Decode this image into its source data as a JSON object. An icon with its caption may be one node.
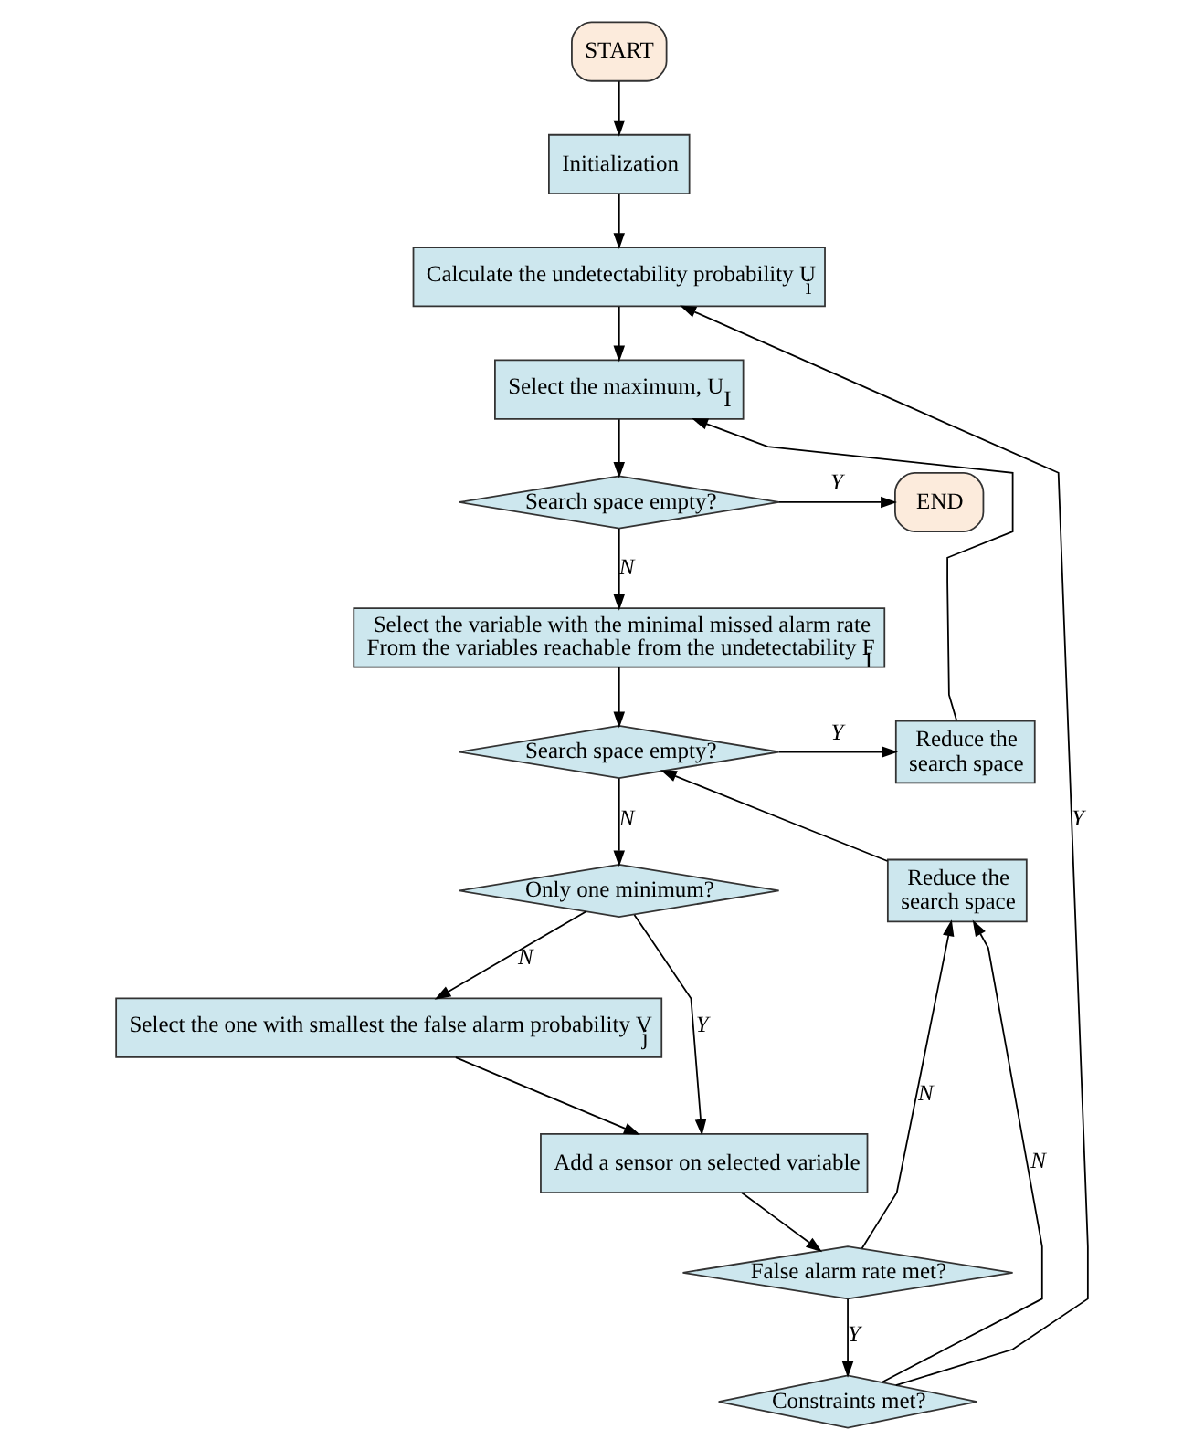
{
  "diagram": {
    "nodes": [
      {
        "text": [
          "START"
        ]
      },
      {
        "text": [
          "Initialization"
        ]
      },
      {
        "text": [
          "Calculate the undetectability probability U$_{i}$"
        ]
      },
      {
        "text": [
          "Select the maximum, U$_{I}$"
        ]
      },
      {
        "text": [
          "Search space empty?"
        ]
      },
      {
        "text": [
          "END"
        ]
      },
      {
        "text": [
          "Select the variable with the minimal missed alarm rate From the variables reachable from the undetectability F$_{I}$"
        ]
      },
      {
        "text": [
          "Reduce the search space"
        ]
      },
      {
        "text": [
          "Search space empty?"
        ]
      },
      {
        "text": [
          "Reduce the search space"
        ]
      },
      {
        "text": [
          "Only one minimum?"
        ]
      },
      {
        "text": [
          "Select the one with smallest the false alarm probability V$_{j}$"
        ]
      },
      {
        "text": [
          "Add a sensor on selected variable"
        ]
      },
      {
        "text": [
          "False alarm rate met?"
        ]
      },
      {
        "text": [
          "Constraints met?"
        ]
      }
    ],
    "edges": [
      {
        "from": 0,
        "to": 1,
        "arrow": "to"
      },
      {
        "from": 1,
        "to": 2,
        "arrow": "to"
      },
      {
        "from": 2,
        "to": 3,
        "arrow": "to"
      },
      {
        "from": 3,
        "to": 4,
        "arrow": "to"
      },
      {
        "from": 4,
        "to": 5,
        "arrow": "to",
        "label": "Y"
      },
      {
        "from": 4,
        "to": 6,
        "arrow": "to",
        "label": "N"
      },
      {
        "from": 6,
        "to": 8,
        "arrow": "to"
      },
      {
        "from": 8,
        "to": 7,
        "arrow": "to",
        "label": "Y"
      },
      {
        "from": 7,
        "to": 3,
        "arrow": "to"
      },
      {
        "from": 8,
        "to": 10,
        "arrow": "to",
        "label": "N"
      },
      {
        "from": 10,
        "to": 11,
        "arrow": "to",
        "label": "N"
      },
      {
        "from": 10,
        "to": 12,
        "arrow": "to",
        "label": "Y"
      },
      {
        "from": 11,
        "to": 12,
        "arrow": "to"
      },
      {
        "from": 12,
        "to": 13,
        "arrow": "to"
      },
      {
        "from": 13,
        "to": 14,
        "arrow": "to",
        "label": "Y"
      },
      {
        "from": 13,
        "to": 9,
        "arrow": "to",
        "label": "N"
      },
      {
        "from": 14,
        "to": 9,
        "arrow": "to",
        "label": "N"
      },
      {
        "from": 9,
        "to": 8,
        "arrow": "to"
      },
      {
        "from": 14,
        "to": 2,
        "arrow": "to",
        "label": "Y"
      }
    ]
  }
}
